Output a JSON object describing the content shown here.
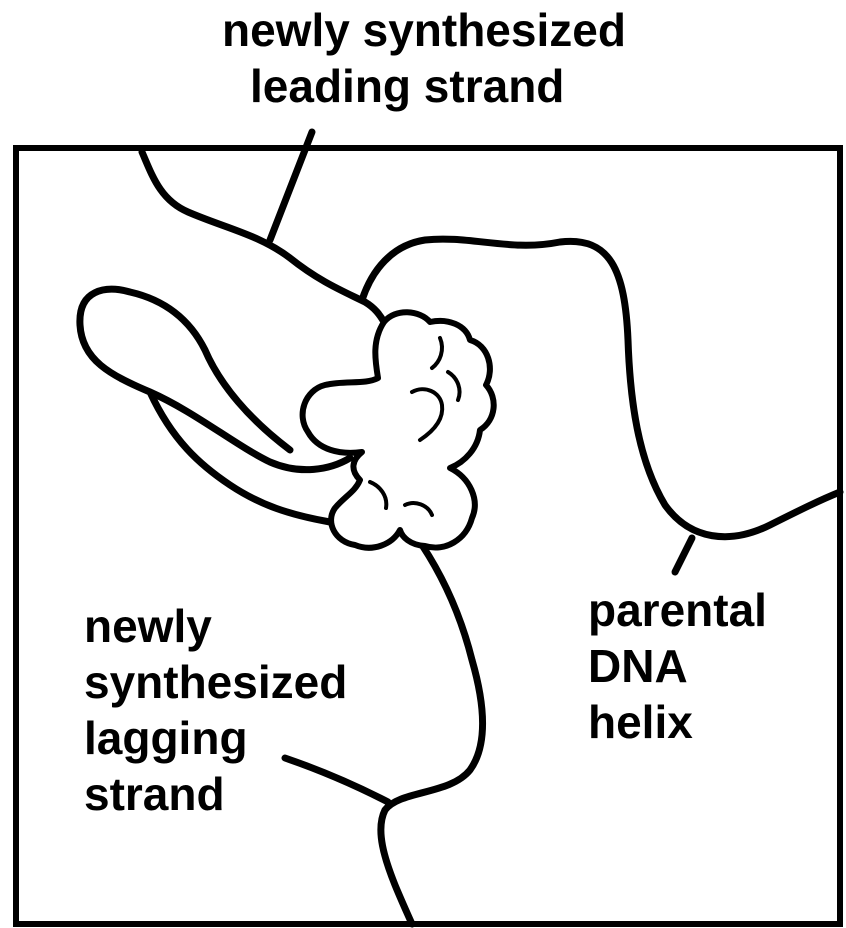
{
  "labels": {
    "leading_line1": "newly synthesized",
    "leading_line2": "leading strand",
    "lagging_line1": "newly",
    "lagging_line2": "synthesized",
    "lagging_line3": "lagging",
    "lagging_line4": "strand",
    "parental_line1": "parental",
    "parental_line2": "DNA",
    "parental_line3": "helix"
  }
}
